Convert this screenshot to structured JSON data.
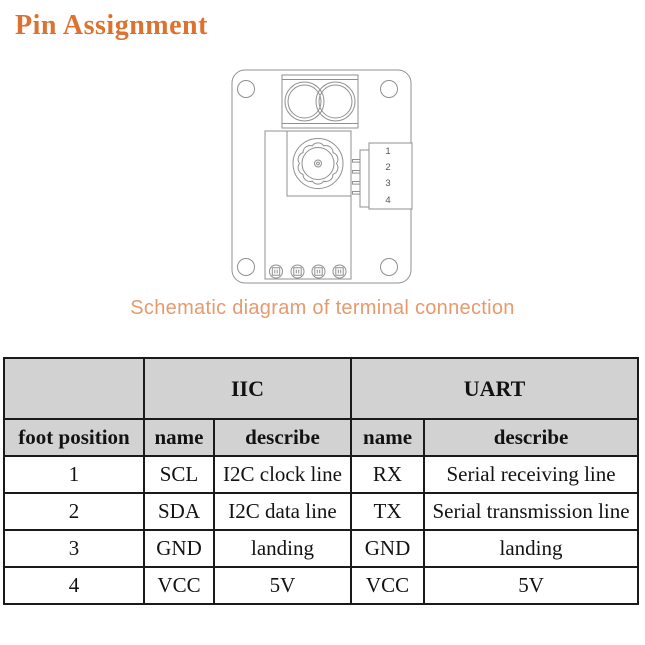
{
  "title": "Pin Assignment",
  "caption": "Schematic diagram of terminal connection",
  "schematic": {
    "pin_labels": [
      "1",
      "2",
      "3",
      "4"
    ]
  },
  "table": {
    "group_headers": [
      "IIC",
      "UART"
    ],
    "column_headers": [
      "foot position",
      "name",
      "describe",
      "name",
      "describe"
    ],
    "rows": [
      {
        "foot": "1",
        "iic_name": "SCL",
        "iic_describe": "I2C clock line",
        "uart_name": "RX",
        "uart_describe": "Serial receiving line"
      },
      {
        "foot": "2",
        "iic_name": "SDA",
        "iic_describe": "I2C data line",
        "uart_name": "TX",
        "uart_describe": "Serial transmission line"
      },
      {
        "foot": "3",
        "iic_name": "GND",
        "iic_describe": "landing",
        "uart_name": "GND",
        "uart_describe": "landing"
      },
      {
        "foot": "4",
        "iic_name": "VCC",
        "iic_describe": "5V",
        "uart_name": "VCC",
        "uart_describe": "5V"
      }
    ]
  },
  "colors": {
    "title_orange": "#de7130",
    "caption_orange": "#e69a6e",
    "header_gray": "#d2d2d2",
    "table_border": "#1a1a1a",
    "schematic_line_gray": "#909090"
  }
}
